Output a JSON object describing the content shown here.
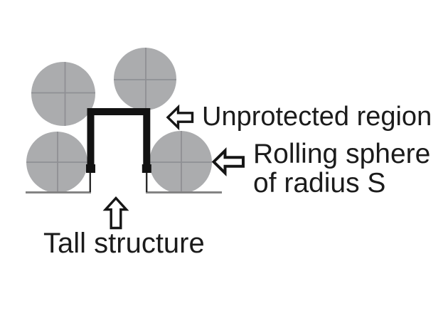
{
  "diagram": {
    "labels": {
      "unprotected_region": "Unprotected region",
      "rolling_sphere": {
        "line1": "Rolling sphere",
        "line2": "of radius S"
      },
      "tall_structure": "Tall structure"
    },
    "icons": {
      "unprotected_pointer": "left-arrow-icon",
      "rolling_sphere_pointer": "left-arrow-icon",
      "tall_structure_pointer": "up-arrow-icon"
    },
    "colors": {
      "background": "#ffffff",
      "sphere_fill": "#abacae",
      "sphere_crosshair": "#8f9094",
      "structure_outline": "#121212",
      "structure_thin_wall": "#2b2b2b",
      "ground_line": "#848484",
      "arrow_outline": "#161616",
      "arrow_fill": "#ffffff",
      "text": "#1b1b1b"
    }
  }
}
